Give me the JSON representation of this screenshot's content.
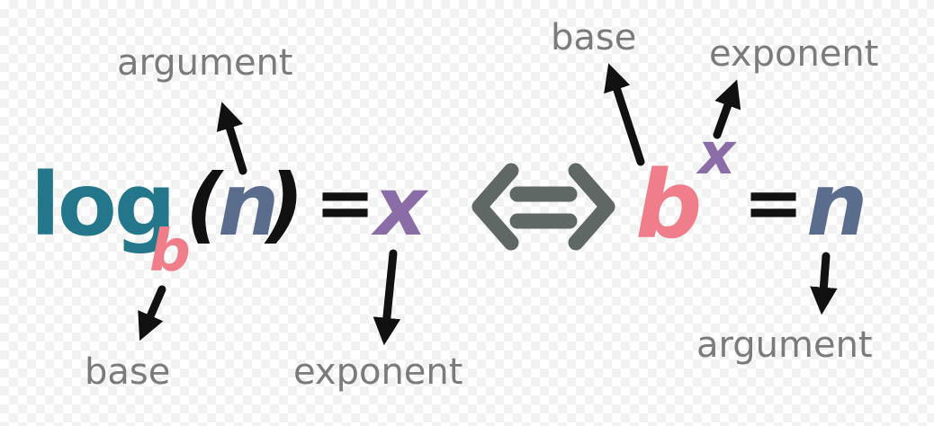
{
  "colors": {
    "log": "#24778a",
    "base": "#ef7d8a",
    "argument": "#5a6d8c",
    "exponent": "#8a6ca6",
    "symbol": "#111111",
    "iff": "#5f6864",
    "label": "#7b7b7b",
    "arrow": "#111111"
  },
  "equation_left": {
    "log": "log",
    "base": "b",
    "open_paren": "(",
    "argument": "n",
    "close_paren": ")",
    "equals": "=",
    "exponent": "x"
  },
  "iff_icon": "double-arrow-left-right-icon",
  "equation_right": {
    "base": "b",
    "exponent": "x",
    "equals": "=",
    "argument": "n"
  },
  "labels": {
    "left_argument": "argument",
    "left_base": "base",
    "left_exponent": "exponent",
    "right_base": "base",
    "right_exponent": "exponent",
    "right_argument": "argument"
  }
}
